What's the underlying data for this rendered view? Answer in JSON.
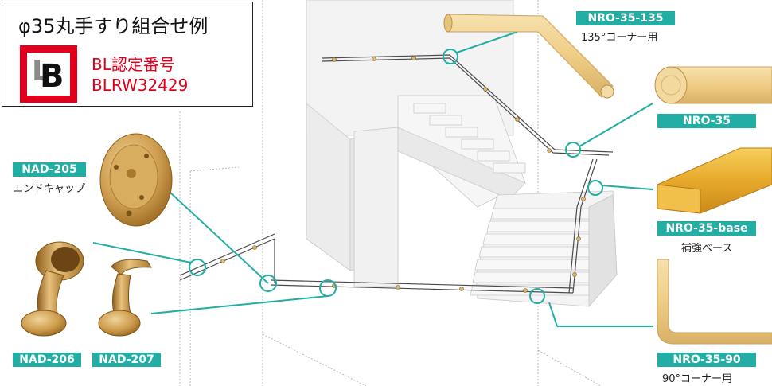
{
  "title": "φ35丸手すり組合せ例",
  "certification": {
    "line1": "BL認定番号",
    "line2": "BLRW32429"
  },
  "logo_letters": {
    "l": "L",
    "b": "B"
  },
  "products": [
    {
      "code": "NRO-35-135",
      "caption": "135°コーナー用"
    },
    {
      "code": "NRO-35",
      "caption": ""
    },
    {
      "code": "NRO-35-base",
      "caption": "補強ベース"
    },
    {
      "code": "NRO-35-90",
      "caption": "90°コーナー用"
    },
    {
      "code": "NAD-205",
      "caption": "エンドキャップ"
    },
    {
      "code": "NAD-206",
      "caption": ""
    },
    {
      "code": "NAD-207",
      "caption": ""
    }
  ],
  "colors": {
    "accent": "#22aea4",
    "brand_red": "#e0001b",
    "wood": "#efcf8a",
    "brass": "#c99a45"
  }
}
